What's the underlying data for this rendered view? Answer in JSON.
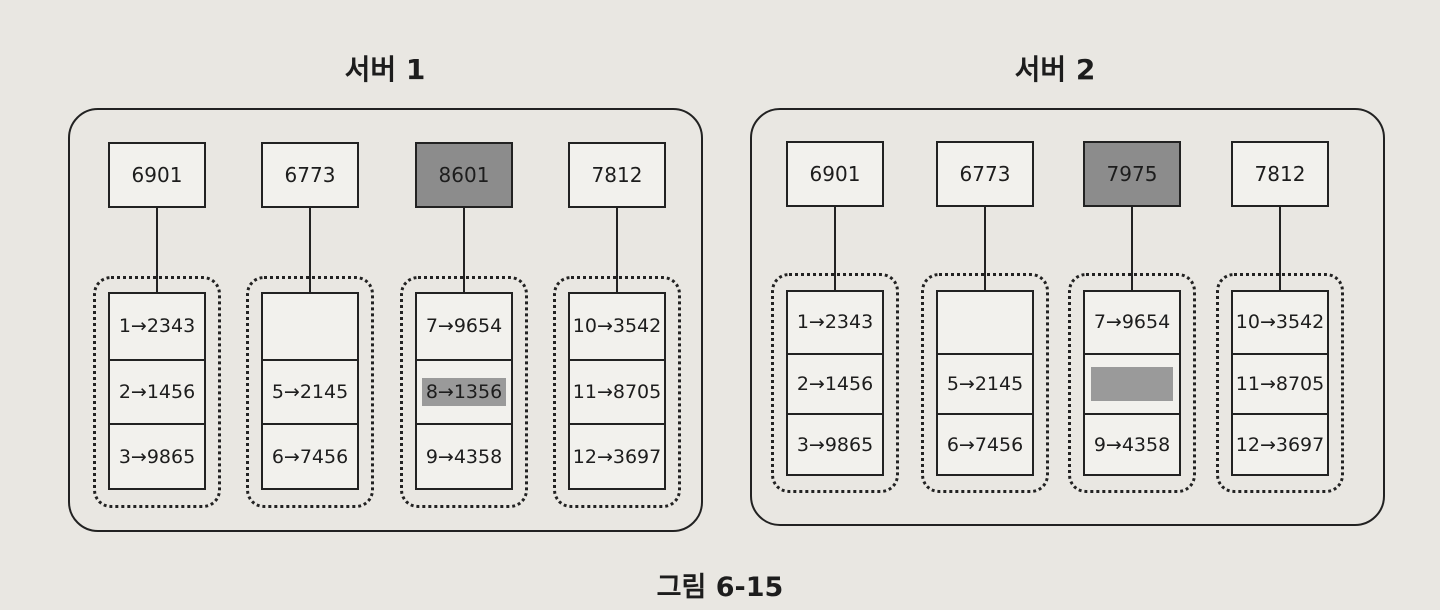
{
  "servers": [
    {
      "title": "서버 1",
      "shards": [
        {
          "hash": "6901",
          "dark": false,
          "rows": [
            "1→2343",
            "2→1456",
            "3→9865"
          ]
        },
        {
          "hash": "6773",
          "dark": false,
          "rows": [
            "",
            "5→2145",
            "6→7456"
          ]
        },
        {
          "hash": "8601",
          "dark": true,
          "rows": [
            "7→9654",
            "8→1356",
            "9→4358"
          ],
          "highlight_row": 1
        },
        {
          "hash": "7812",
          "dark": false,
          "rows": [
            "10→3542",
            "11→8705",
            "12→3697"
          ]
        }
      ]
    },
    {
      "title": "서버 2",
      "shards": [
        {
          "hash": "6901",
          "dark": false,
          "rows": [
            "1→2343",
            "2→1456",
            "3→9865"
          ]
        },
        {
          "hash": "6773",
          "dark": false,
          "rows": [
            "",
            "5→2145",
            "6→7456"
          ]
        },
        {
          "hash": "7975",
          "dark": true,
          "rows": [
            "7→9654",
            "",
            "9→4358"
          ],
          "blank_block_row": 1
        },
        {
          "hash": "7812",
          "dark": false,
          "rows": [
            "10→3542",
            "11→8705",
            "12→3697"
          ]
        }
      ]
    }
  ],
  "caption": "그림 6-15",
  "colors": {
    "dark_fill": "#8c8c8c",
    "highlight": "#9a9a9a",
    "line": "#222222"
  }
}
